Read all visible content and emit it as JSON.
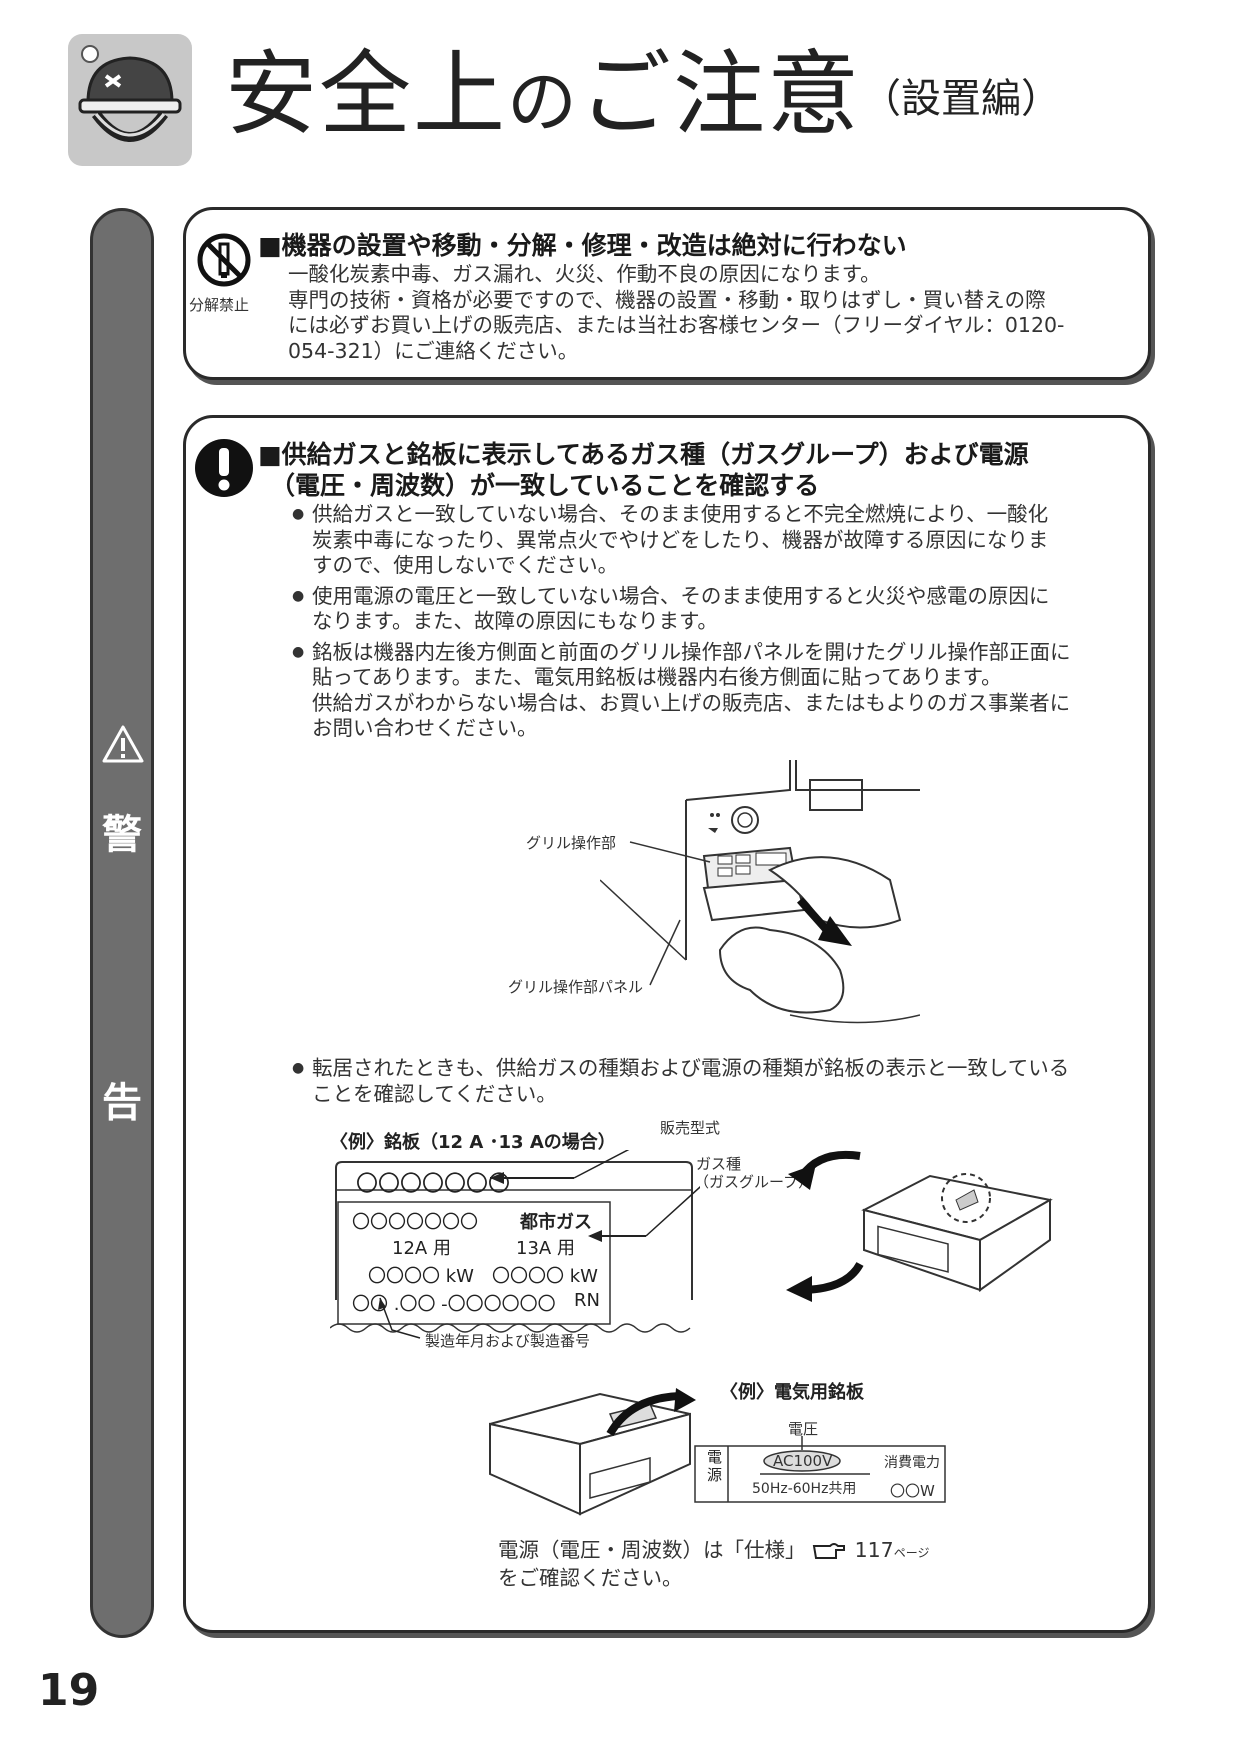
{
  "header": {
    "title_main": "安全上",
    "title_no": "の",
    "title_rest": "ご注意",
    "title_sub": "（設置編）"
  },
  "sidebar": {
    "label_top": "警",
    "label_bottom": "告"
  },
  "section1": {
    "icon_caption": "分解禁止",
    "heading": "■機器の設置や移動・分解・修理・改造は絶対に行わない",
    "lines": [
      "一酸化炭素中毒、ガス漏れ、火災、作動不良の原因になります。",
      "専門の技術・資格が必要ですので、機器の設置・移動・取りはずし・買い替えの際",
      "には必ずお買い上げの販売店、または当社お客様センター（フリーダイヤル：0120-",
      "054-321）にご連絡ください。"
    ]
  },
  "section2": {
    "heading_line1": "■供給ガスと銘板に表示してあるガス種（ガスグループ）および電源",
    "heading_line2": "（電圧・周波数）が一致していることを確認する",
    "bullets": [
      {
        "lines": [
          "供給ガスと一致していない場合、そのまま使用すると不完全燃焼により、一酸化",
          "炭素中毒になったり、異常点火でやけどをしたり、機器が故障する原因になりま",
          "すので、使用しないでください。"
        ]
      },
      {
        "lines": [
          "使用電源の電圧と一致していない場合、そのまま使用すると火災や感電の原因に",
          "なります。また、故障の原因にもなります。"
        ]
      },
      {
        "lines": [
          "銘板は機器内左後方側面と前面のグリル操作部パネルを開けたグリル操作部正面に",
          "貼ってあります。また、電気用銘板は機器内右後方側面に貼ってあります。",
          "供給ガスがわからない場合は、お買い上げの販売店、またはもよりのガス事業者に",
          "お問い合わせください。"
        ]
      }
    ],
    "illus_labels": {
      "grill_op": "グリル操作部",
      "grill_panel": "グリル操作部パネル"
    },
    "bullet4_lines": [
      "転居されたときも、供給ガスの種類および電源の種類が銘板の表示と一致している",
      "ことを確認してください。"
    ],
    "plate_example": {
      "caption": "〈例〉銘板（12 A ･13 Aの場合）",
      "model_label": "販売型式",
      "gas_label_1": "ガス種",
      "gas_label_2": "（ガスグループ）",
      "model_value": "〇〇〇〇〇〇〇",
      "row1_left": "〇〇〇〇〇〇〇",
      "row1_right": "都市ガス",
      "row2_left": "12A 用",
      "row2_right": "13A 用",
      "row3_left": "〇〇〇〇 kW",
      "row3_right": "〇〇〇〇 kW",
      "row4_left": "〇〇 .〇〇 -〇〇〇〇〇〇",
      "row4_right": "RN",
      "serial_label": "製造年月および製造番号"
    },
    "elec_plate": {
      "caption": "〈例〉電気用銘板",
      "voltage_label": "電圧",
      "power_source": "電源",
      "voltage_value": "AC100V",
      "freq_value": "50Hz-60Hz共用",
      "consumption_label": "消費電力",
      "consumption_value": "〇〇W"
    },
    "footer_line1_a": "電源（電圧・周波数）は「仕様」",
    "footer_ref": "117",
    "footer_ref_unit": "ページ",
    "footer_line2": "をご確認ください。"
  },
  "page_number": "19"
}
